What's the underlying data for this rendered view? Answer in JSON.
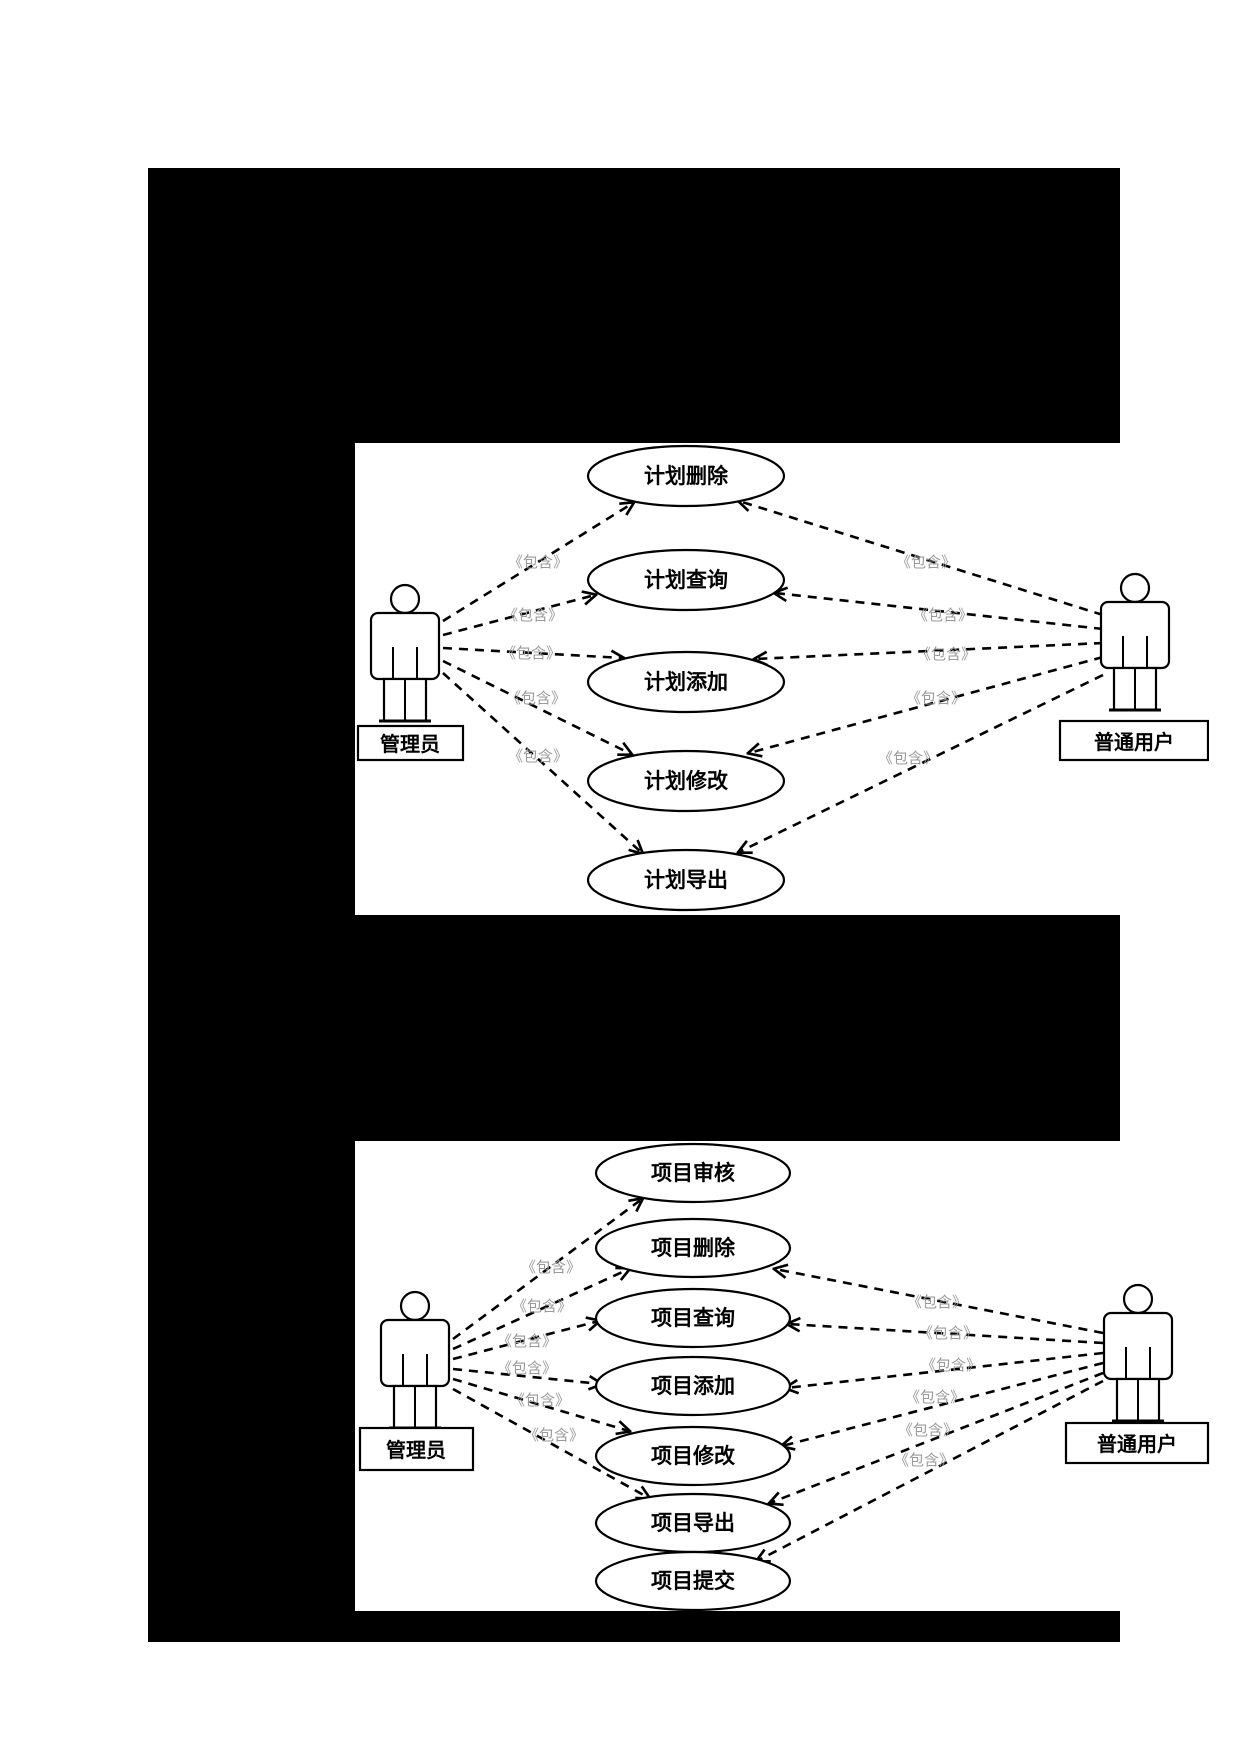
{
  "figure": {
    "background_color": "#000000",
    "panel_color": "#ffffff",
    "line_color": "#000000",
    "stereotype_color": "#9a9a9a"
  },
  "diagram_plan": {
    "stereotype_include": "《包含》",
    "actors": {
      "left": {
        "label": "管理员"
      },
      "right": {
        "label": "普通用户"
      }
    },
    "usecases": [
      {
        "label": "计划删除"
      },
      {
        "label": "计划查询"
      },
      {
        "label": "计划添加"
      },
      {
        "label": "计划修改"
      },
      {
        "label": "计划导出"
      }
    ]
  },
  "diagram_project": {
    "stereotype_include": "《包含》",
    "actors": {
      "left": {
        "label": "管理员"
      },
      "right": {
        "label": "普通用户"
      }
    },
    "usecases": [
      {
        "label": "项目审核"
      },
      {
        "label": "项目删除"
      },
      {
        "label": "项目查询"
      },
      {
        "label": "项目添加"
      },
      {
        "label": "项目修改"
      },
      {
        "label": "项目导出"
      },
      {
        "label": "项目提交"
      }
    ]
  }
}
